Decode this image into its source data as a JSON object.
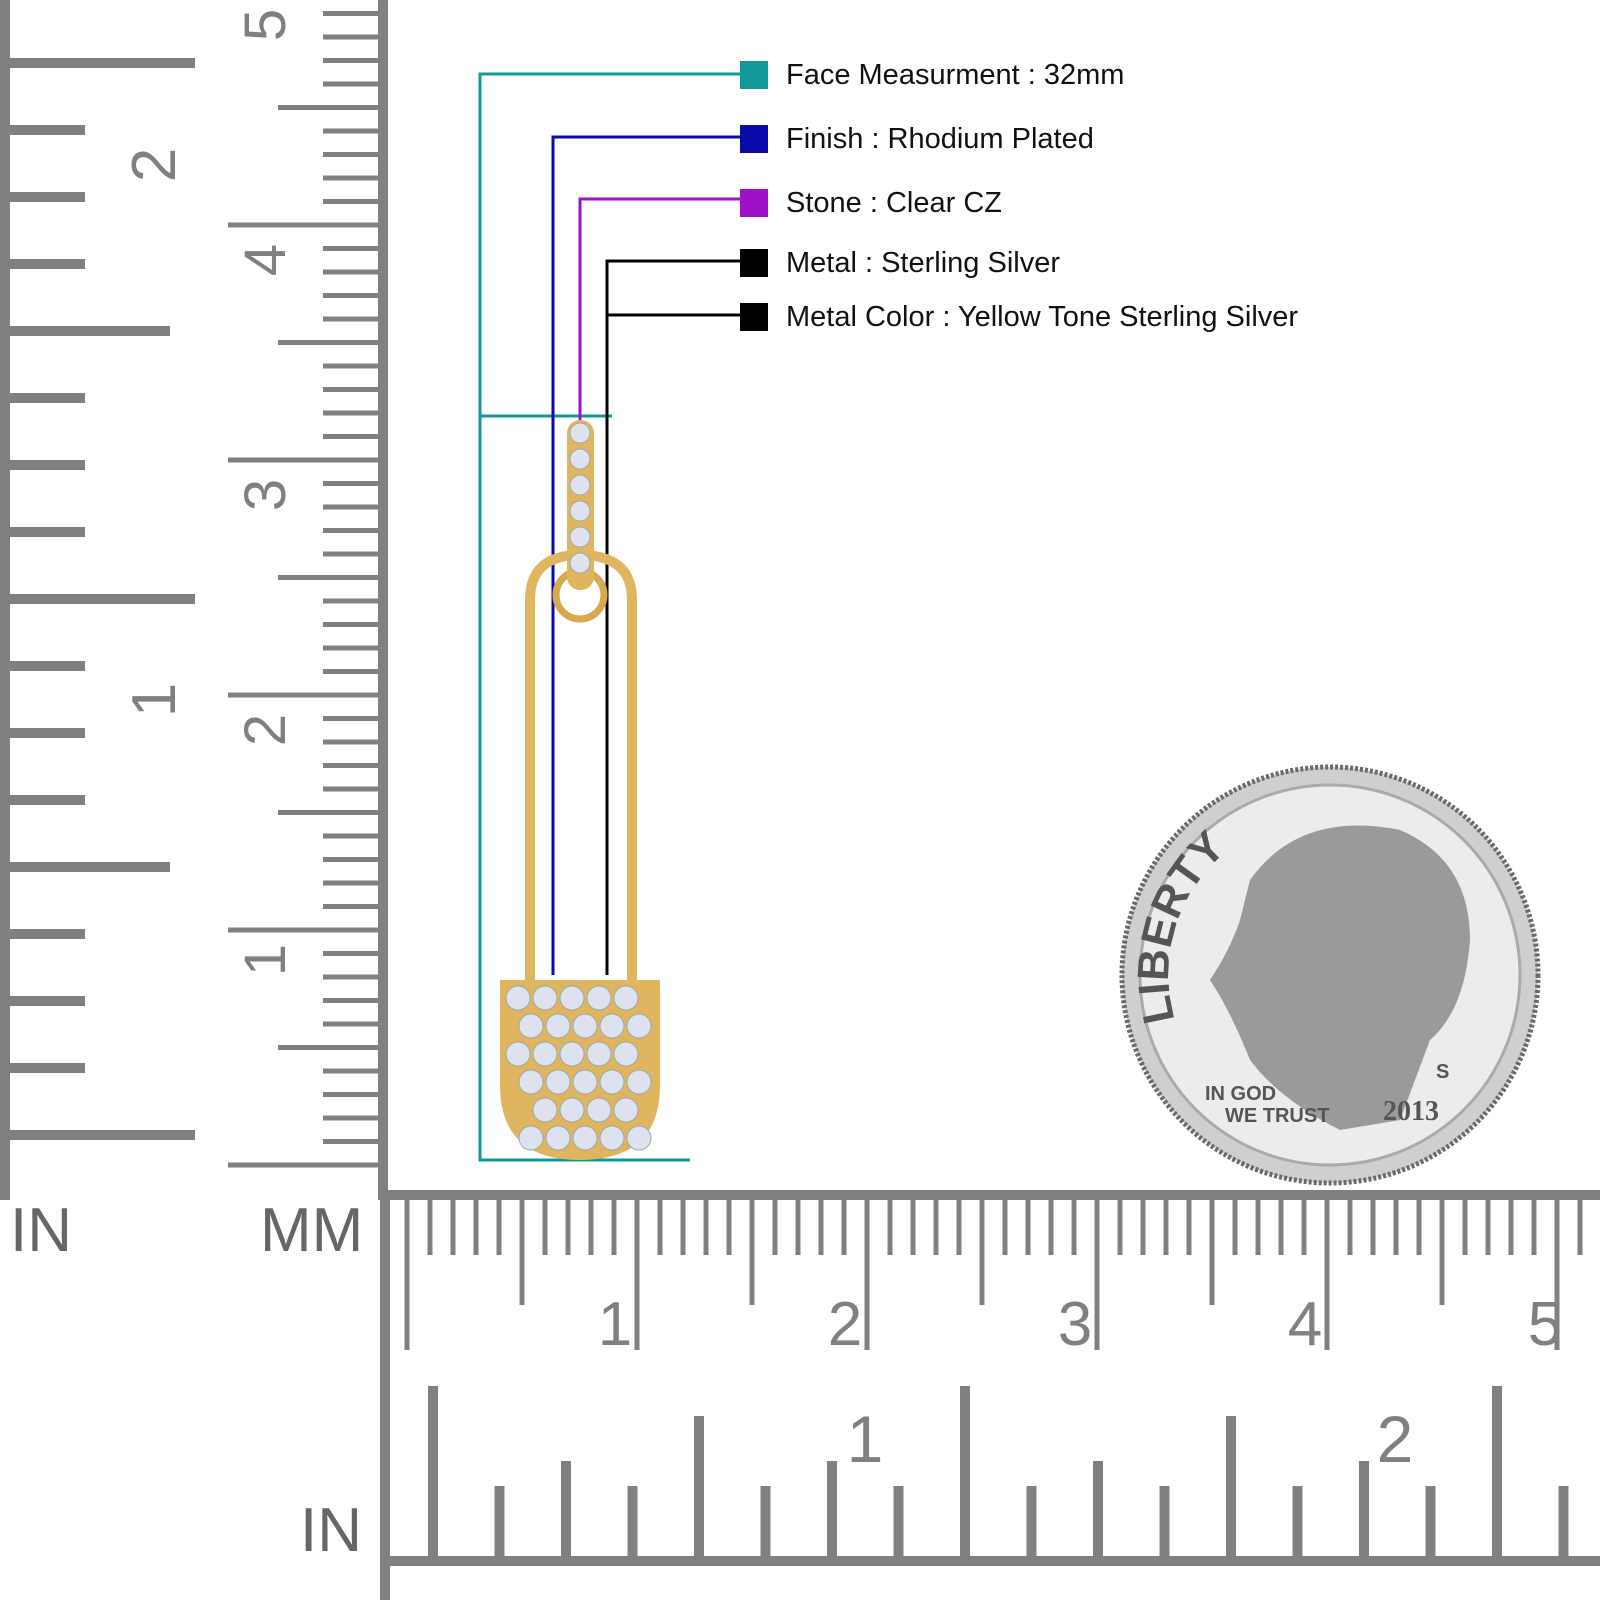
{
  "legend": [
    {
      "text": "Face Measurment : 32mm",
      "color": "#129a9a"
    },
    {
      "text": "Finish : Rhodium Plated",
      "color": "#0a0aaa"
    },
    {
      "text": "Stone : Clear CZ",
      "color": "#a010c8"
    },
    {
      "text": "Metal : Sterling Silver",
      "color": "#000000"
    },
    {
      "text": "Metal Color : Yellow Tone Sterling Silver",
      "color": "#000000"
    }
  ],
  "ruler": {
    "left_in_label": "IN",
    "left_mm_label": "MM",
    "bottom_in_label": "IN",
    "vertical_in_numbers": [
      "2",
      "1"
    ],
    "vertical_mm_numbers": [
      "5",
      "4",
      "3",
      "2",
      "1"
    ],
    "horizontal_mm_numbers": [
      "1",
      "2",
      "3",
      "4",
      "5"
    ],
    "horizontal_in_numbers": [
      "1",
      "2"
    ],
    "color": "#808080"
  },
  "coin": {
    "liberty": "LIBERTY",
    "motto_line1": "IN GOD",
    "motto_line2": "WE TRUST",
    "year": "2013",
    "mint_mark": "S"
  },
  "product": {
    "metal_color": "#e0b560",
    "stone_color": "#dde2ee"
  }
}
